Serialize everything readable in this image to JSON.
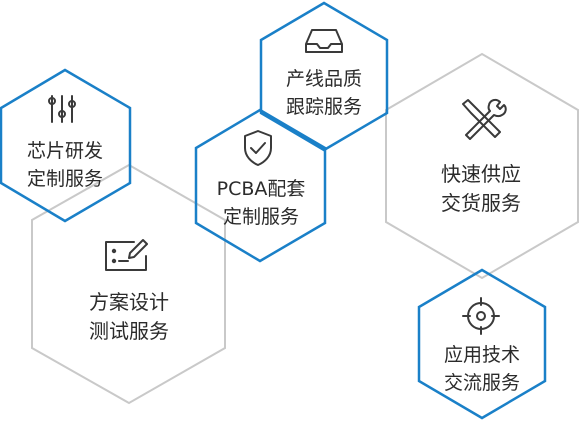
{
  "colors": {
    "accent": "#1a80c8",
    "outline": "#c9c9c9",
    "icon": "#3a3a3a",
    "text": "#2b2b2b"
  },
  "services": [
    {
      "id": "chip",
      "icon": "sliders-icon",
      "border": "accent",
      "line1": "芯片研发",
      "line2": "定制服务"
    },
    {
      "id": "production",
      "icon": "inbox-tray-icon",
      "border": "accent",
      "line1": "产线品质",
      "line2": "跟踪服务"
    },
    {
      "id": "pcba",
      "icon": "shield-check-icon",
      "border": "accent",
      "line1": "PCBA配套",
      "line2": "定制服务"
    },
    {
      "id": "supply",
      "icon": "tools-icon",
      "border": "outline",
      "line1": "快速供应",
      "line2": "交货服务"
    },
    {
      "id": "design",
      "icon": "edit-form-icon",
      "border": "outline",
      "line1": "方案设计",
      "line2": "测试服务"
    },
    {
      "id": "support",
      "icon": "target-icon",
      "border": "accent",
      "line1": "应用技术",
      "line2": "交流服务"
    }
  ]
}
